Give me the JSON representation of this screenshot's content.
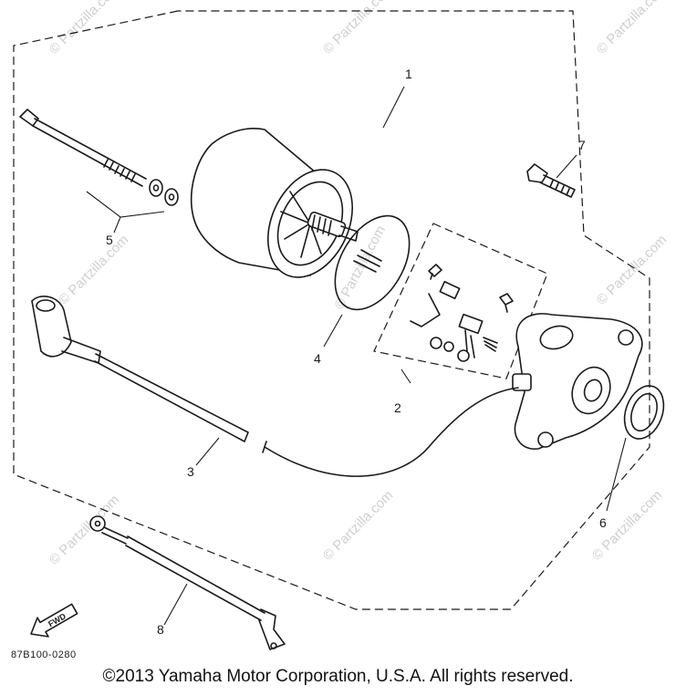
{
  "watermark": {
    "text": "© Partzilla.com"
  },
  "callouts": [
    {
      "id": "1",
      "label": "1"
    },
    {
      "id": "2",
      "label": "2"
    },
    {
      "id": "3",
      "label": "3"
    },
    {
      "id": "4",
      "label": "4"
    },
    {
      "id": "5",
      "label": "5"
    },
    {
      "id": "6",
      "label": "6"
    },
    {
      "id": "7",
      "label": "7"
    },
    {
      "id": "8",
      "label": "8"
    }
  ],
  "fwd_marker": "FWD",
  "diagram_code": "87B100-0280",
  "copyright": "©2013  Yamaha Motor Corporation, U.S.A. All rights reserved.",
  "icons": {
    "fwd": "fwd-arrow-icon"
  }
}
